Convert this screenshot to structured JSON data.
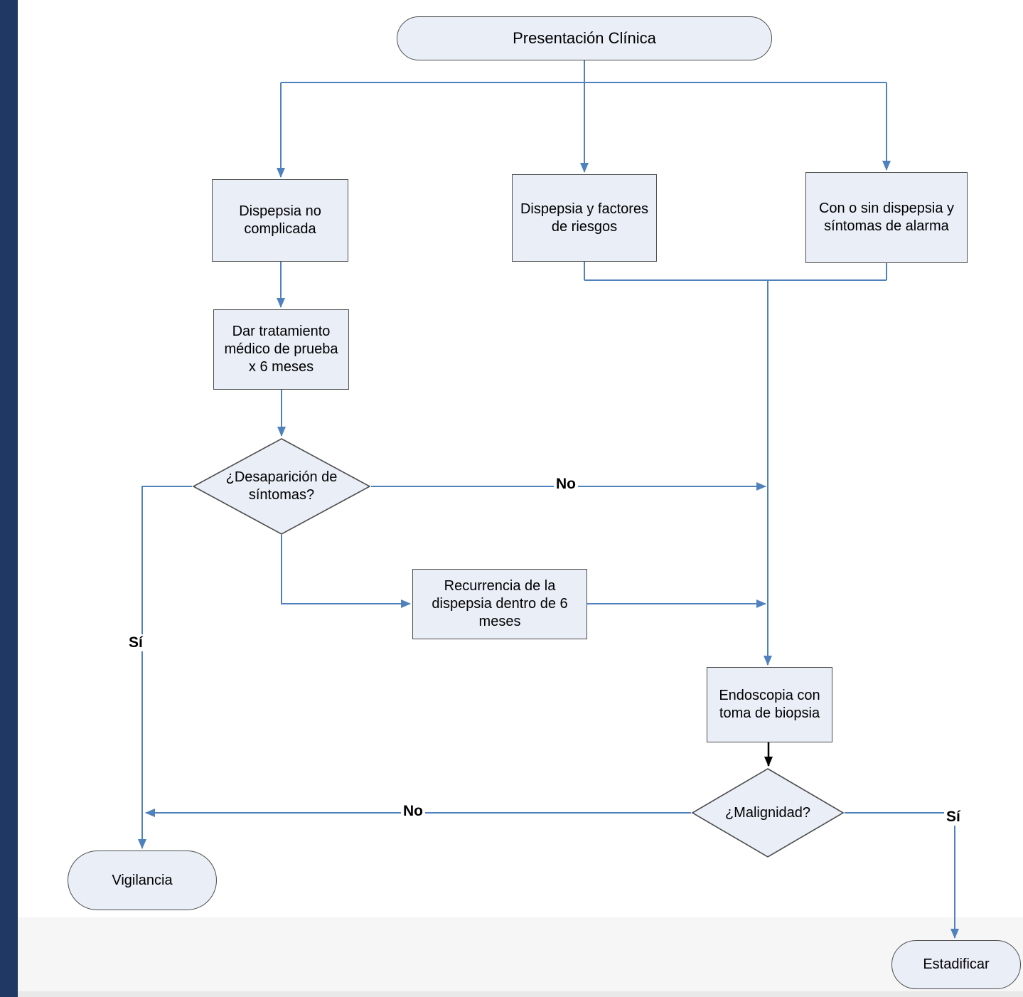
{
  "diagram": {
    "title": "Presentación Clínica flowchart",
    "nodes": {
      "start": {
        "label": "Presentación Clínica",
        "type": "terminator"
      },
      "uncomplicated": {
        "label": "Dispepsia no complicada",
        "type": "process"
      },
      "risk_factors": {
        "label": "Dispepsia y factores de riesgos",
        "type": "process"
      },
      "alarm": {
        "label": "Con o sin dispepsia y síntomas de alarma",
        "type": "process"
      },
      "treatment": {
        "label": "Dar tratamiento médico de prueba x 6 meses",
        "type": "process"
      },
      "symptom_resolution": {
        "label": "¿Desaparición de síntomas?",
        "type": "decision"
      },
      "recurrence": {
        "label": "Recurrencia de la dispepsia dentro de 6 meses",
        "type": "process"
      },
      "endoscopy": {
        "label": "Endoscopia con toma de biopsia",
        "type": "process"
      },
      "malignancy": {
        "label": "¿Malignidad?",
        "type": "decision"
      },
      "surveillance": {
        "label": "Vigilancia",
        "type": "terminator"
      },
      "staging": {
        "label": "Estadificar",
        "type": "terminator"
      }
    },
    "edge_labels": {
      "no_symptoms": "No",
      "yes_symptoms": "Sí",
      "no_malignancy": "No",
      "yes_malignancy": "Sí"
    },
    "colors": {
      "node_fill": "#e9eef7",
      "node_border": "#4d4d4d",
      "arrow": "#4f81bd",
      "black_arrow": "#000000",
      "sidebar": "#1f3864"
    }
  }
}
